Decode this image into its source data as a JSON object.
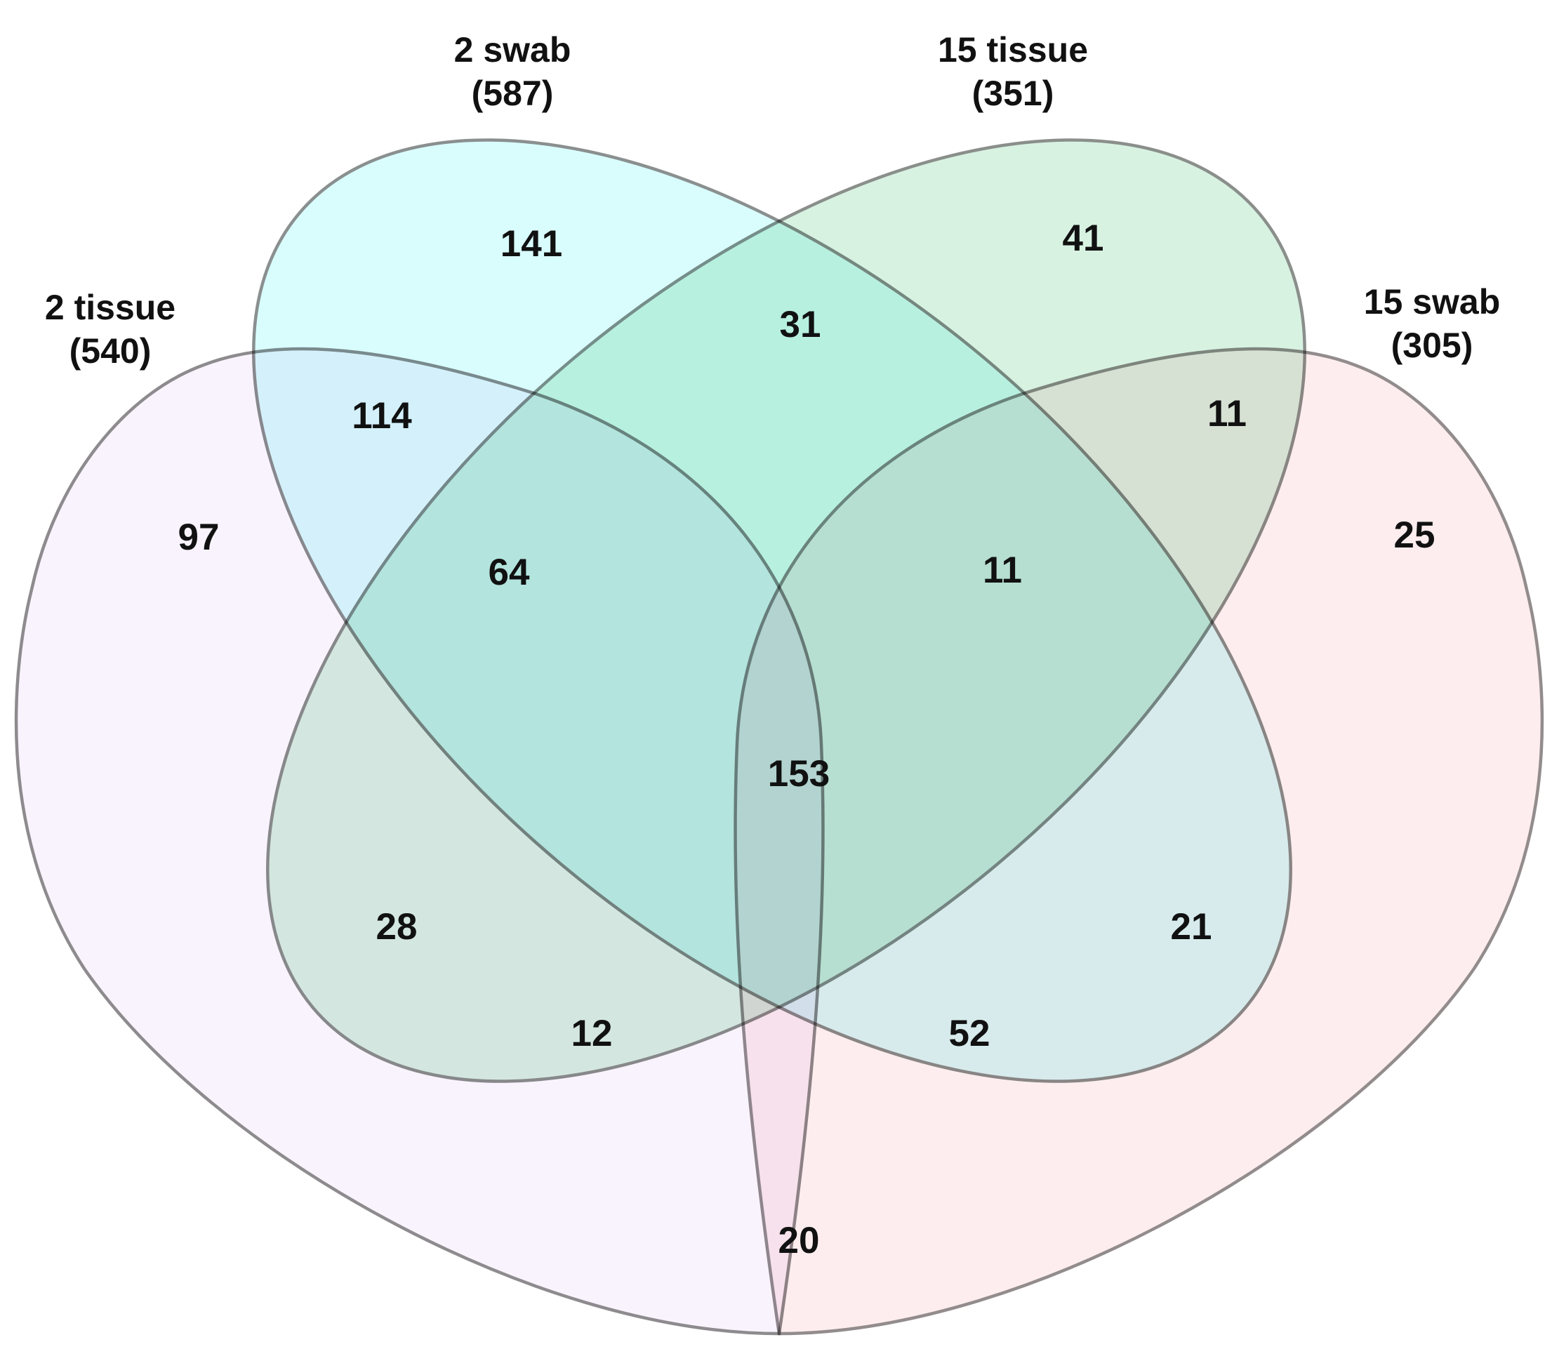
{
  "sets": [
    {
      "id": "tissue2",
      "name": "2 tissue",
      "total": "(540)",
      "fill": "#F9F3FD",
      "stroke": "#8E8B8E"
    },
    {
      "id": "swab2",
      "name": "2 swab",
      "total": "(587)",
      "fill": "#D9FDFD",
      "stroke": "#8A8F8F"
    },
    {
      "id": "tissue15",
      "name": "15 tissue",
      "total": "(351)",
      "fill": "#D8F2E2",
      "stroke": "#8A8F8B"
    },
    {
      "id": "swab15",
      "name": "15 swab",
      "total": "(305)",
      "fill": "#FDEDEE",
      "stroke": "#938C8D"
    }
  ],
  "regions": [
    {
      "id": "r_s2",
      "sets": [
        "2 swab"
      ],
      "count": "141"
    },
    {
      "id": "r_t15",
      "sets": [
        "15 tissue"
      ],
      "count": "41"
    },
    {
      "id": "r_t2",
      "sets": [
        "2 tissue"
      ],
      "count": "97"
    },
    {
      "id": "r_s15",
      "sets": [
        "15 swab"
      ],
      "count": "25"
    },
    {
      "id": "r_s2_t15",
      "sets": [
        "2 swab",
        "15 tissue"
      ],
      "count": "31"
    },
    {
      "id": "r_t2_s2",
      "sets": [
        "2 tissue",
        "2 swab"
      ],
      "count": "114"
    },
    {
      "id": "r_t15_s15",
      "sets": [
        "15 tissue",
        "15 swab"
      ],
      "count": "11"
    },
    {
      "id": "r_t2_s2_t15",
      "sets": [
        "2 tissue",
        "2 swab",
        "15 tissue"
      ],
      "count": "64"
    },
    {
      "id": "r_s2_t15_s15",
      "sets": [
        "2 swab",
        "15 tissue",
        "15 swab"
      ],
      "count": "11"
    },
    {
      "id": "r_all",
      "sets": [
        "2 tissue",
        "2 swab",
        "15 tissue",
        "15 swab"
      ],
      "count": "153"
    },
    {
      "id": "r_t2_t15",
      "sets": [
        "2 tissue",
        "15 tissue"
      ],
      "count": "28"
    },
    {
      "id": "r_s2_s15",
      "sets": [
        "2 swab",
        "15 swab"
      ],
      "count": "21"
    },
    {
      "id": "r_t2_t15_s15",
      "sets": [
        "2 tissue",
        "15 tissue",
        "15 swab"
      ],
      "count": "12"
    },
    {
      "id": "r_t2_s2_s15",
      "sets": [
        "2 tissue",
        "2 swab",
        "15 swab"
      ],
      "count": "52"
    },
    {
      "id": "r_t2_s15",
      "sets": [
        "2 tissue",
        "15 swab"
      ],
      "count": "20"
    }
  ]
}
